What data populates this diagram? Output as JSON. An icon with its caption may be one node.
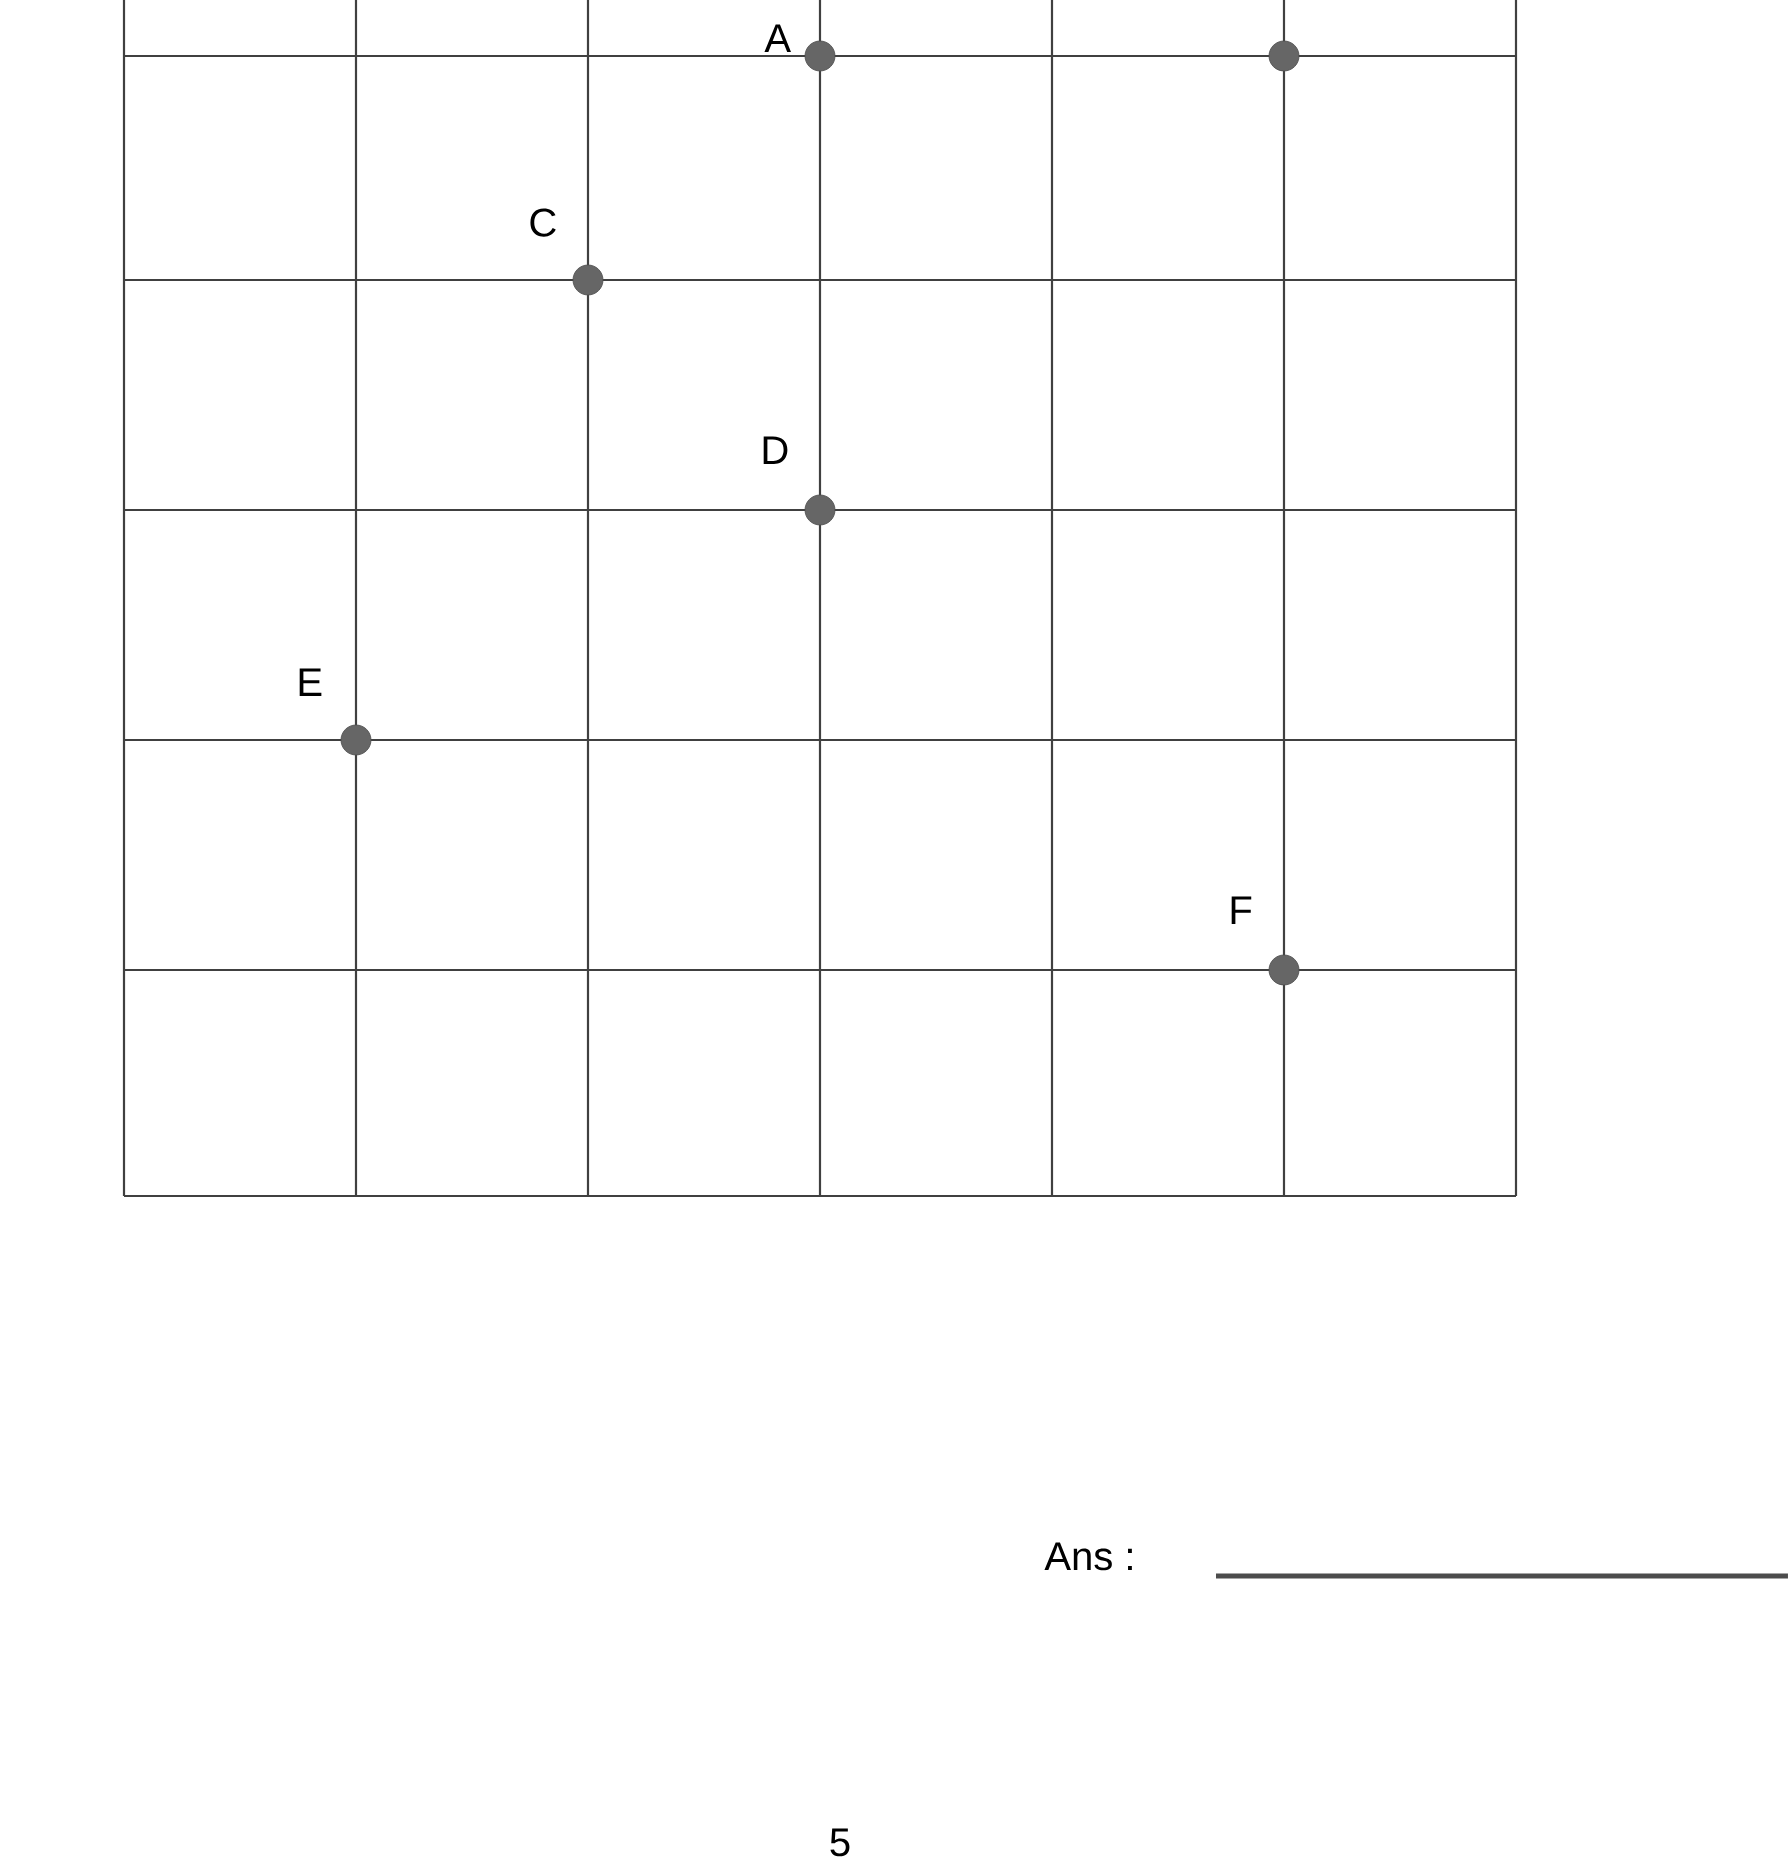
{
  "diagram": {
    "nodes": [
      {
        "text": [],
        "shape": "circle",
        "beside": [
          "A"
        ]
      },
      {
        "text": [],
        "shape": "circle"
      },
      {
        "text": [],
        "shape": "circle",
        "beside": [
          "C"
        ]
      },
      {
        "text": [],
        "shape": "circle",
        "beside": [
          "D"
        ]
      },
      {
        "text": [],
        "shape": "circle",
        "beside": [
          "E"
        ]
      },
      {
        "text": [],
        "shape": "circle",
        "beside": [
          "F"
        ]
      }
    ],
    "labels": [
      "Ans :",
      "5"
    ]
  }
}
